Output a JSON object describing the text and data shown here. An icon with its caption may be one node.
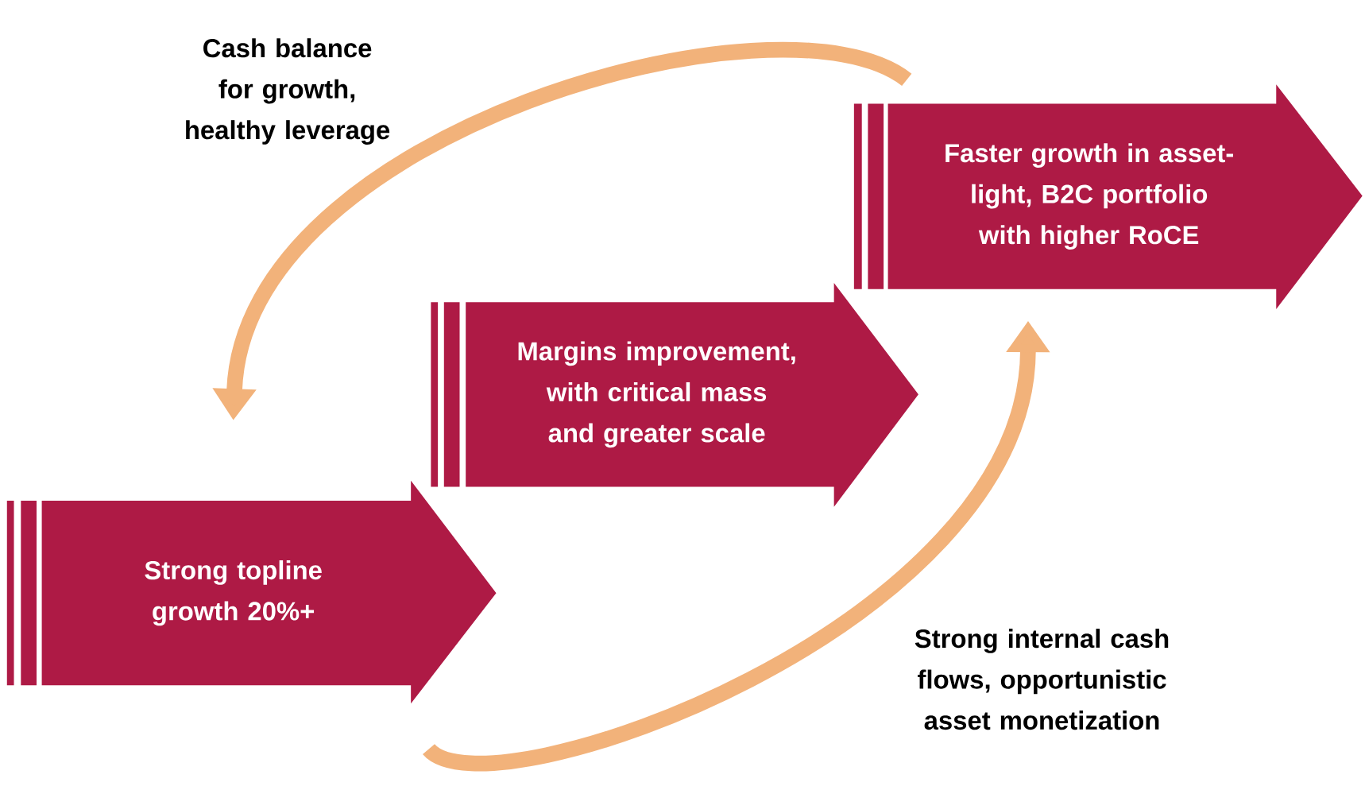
{
  "diagram": {
    "nodes": [
      {
        "text": [
          "Strong topline growth 20%+"
        ]
      },
      {
        "text": [
          "Margins improvement, with critical mass and greater scale"
        ]
      },
      {
        "text": [
          "Faster growth in asset-light, B2C portfolio with higher RoCE"
        ]
      }
    ],
    "edges": [
      {
        "from": 2,
        "to": 0,
        "arrow": "to",
        "label": "Cash balance for growth, healthy leverage"
      },
      {
        "from": 0,
        "to": 2,
        "arrow": "to",
        "label": "Strong internal  cash flows,  opportunistic asset monetization"
      }
    ]
  }
}
